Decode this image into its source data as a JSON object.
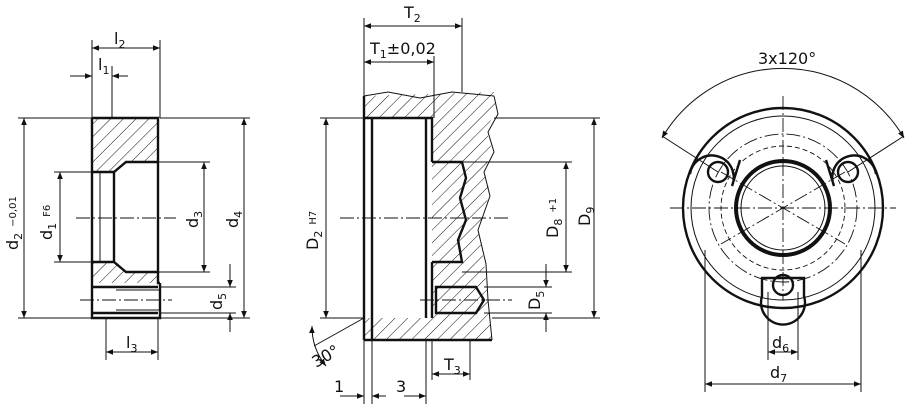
{
  "view_left": {
    "l2": {
      "main": "l",
      "sub": "2"
    },
    "l1": {
      "main": "l",
      "sub": "1"
    },
    "l3": {
      "main": "l",
      "sub": "3"
    },
    "d2": {
      "main": "d",
      "sub": "2",
      "tol": "−0,01"
    },
    "d1": {
      "main": "d",
      "sub": "1",
      "tol": "F6"
    },
    "d3": {
      "main": "d",
      "sub": "3"
    },
    "d4": {
      "main": "d",
      "sub": "4"
    },
    "d5": {
      "main": "d",
      "sub": "5"
    }
  },
  "view_middle": {
    "T2": {
      "main": "T",
      "sub": "2"
    },
    "T1": {
      "main": "T",
      "sub": "1",
      "suffix": "±0,02"
    },
    "T3": {
      "main": "T",
      "sub": "3"
    },
    "D2": {
      "main": "D",
      "sub": "2",
      "tol": "H7"
    },
    "D8": {
      "main": "D",
      "sub": "8",
      "tol": "+1"
    },
    "D9": {
      "main": "D",
      "sub": "9"
    },
    "D5": {
      "main": "D",
      "sub": "5"
    },
    "angle": "30°",
    "dim_1": "1",
    "dim_3": "3"
  },
  "view_right": {
    "pattern": "3x120°",
    "d6": {
      "main": "d",
      "sub": "6"
    },
    "d7": {
      "main": "d",
      "sub": "7"
    }
  }
}
